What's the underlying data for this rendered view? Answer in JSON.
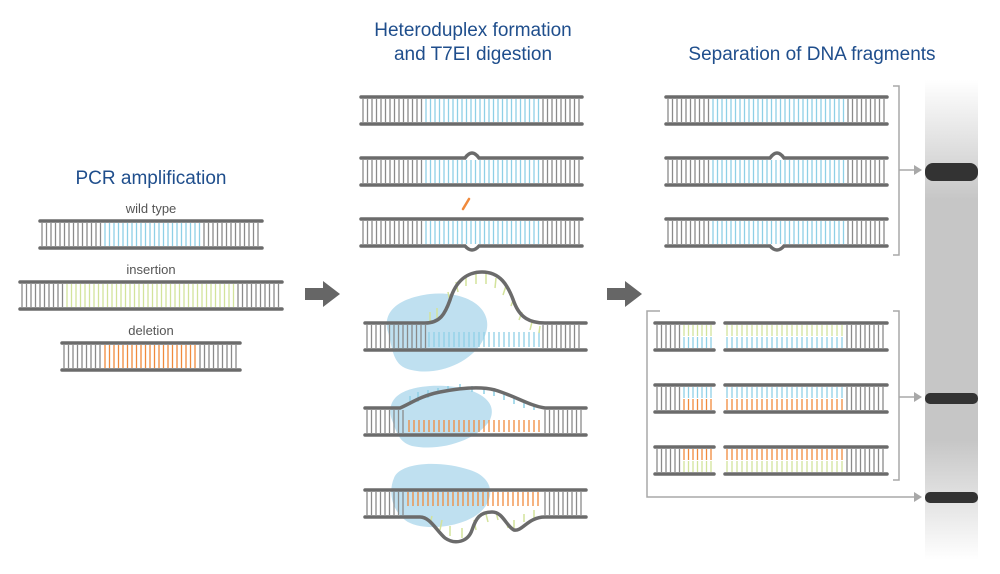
{
  "sections": {
    "pcr": {
      "title": "PCR amplification"
    },
    "hetero": {
      "title_line1": "Heteroduplex formation",
      "title_line2": "and T7EI digestion"
    },
    "separation": {
      "title": "Separation of DNA fragments"
    }
  },
  "pcr_labels": {
    "wild_type": "wild type",
    "insertion": "insertion",
    "deletion": "deletion"
  },
  "colors": {
    "backbone": "#6b6b6b",
    "tick": "#8a8a8a",
    "wildtype_pairs": "#8fd0e6",
    "insertion_pairs": "#d3e39b",
    "deletion_pairs": "#f08a3c",
    "enzyme_blob": "#bfe0f0",
    "title": "#1f4e8c",
    "gel_band": "#333333"
  }
}
